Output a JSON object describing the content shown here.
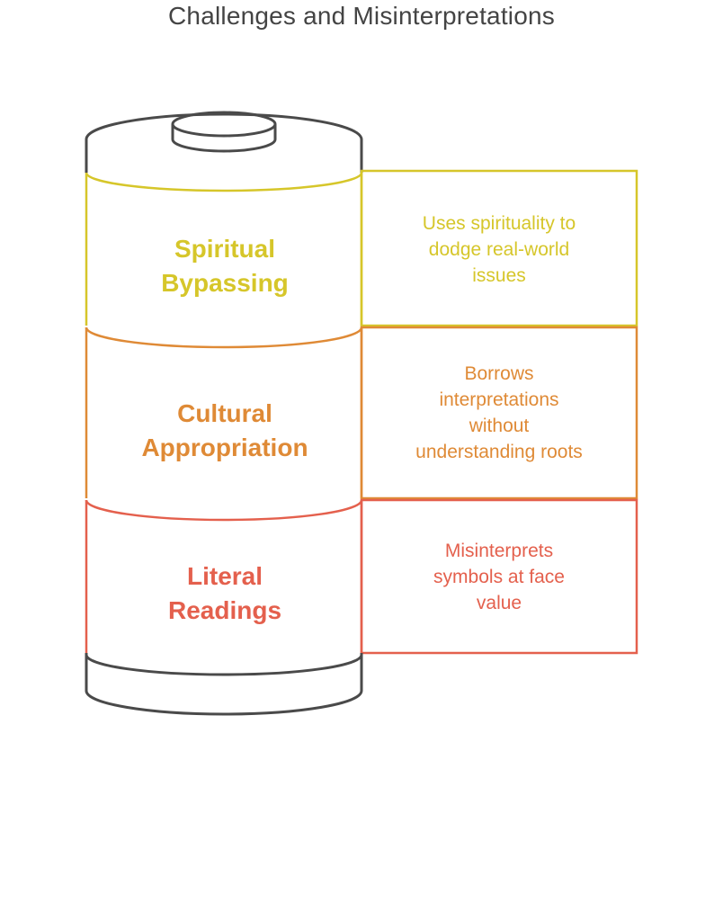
{
  "title": "Challenges and Misinterpretations",
  "colors": {
    "outline": "#4a4a4a",
    "spiritual": "#d6c62a",
    "cultural": "#df8a36",
    "literal": "#e4604d"
  },
  "segments": [
    {
      "label_line1": "Spiritual",
      "label_line2": "Bypassing",
      "description_lines": [
        "Uses spirituality to",
        "dodge real-world",
        "issues"
      ],
      "color": "#d6c62a"
    },
    {
      "label_line1": "Cultural",
      "label_line2": "Appropriation",
      "description_lines": [
        "Borrows",
        "interpretations",
        "without",
        "understanding roots"
      ],
      "color": "#df8a36"
    },
    {
      "label_line1": "Literal",
      "label_line2": "Readings",
      "description_lines": [
        "Misinterprets",
        "symbols at face",
        "value"
      ],
      "color": "#e4604d"
    }
  ]
}
